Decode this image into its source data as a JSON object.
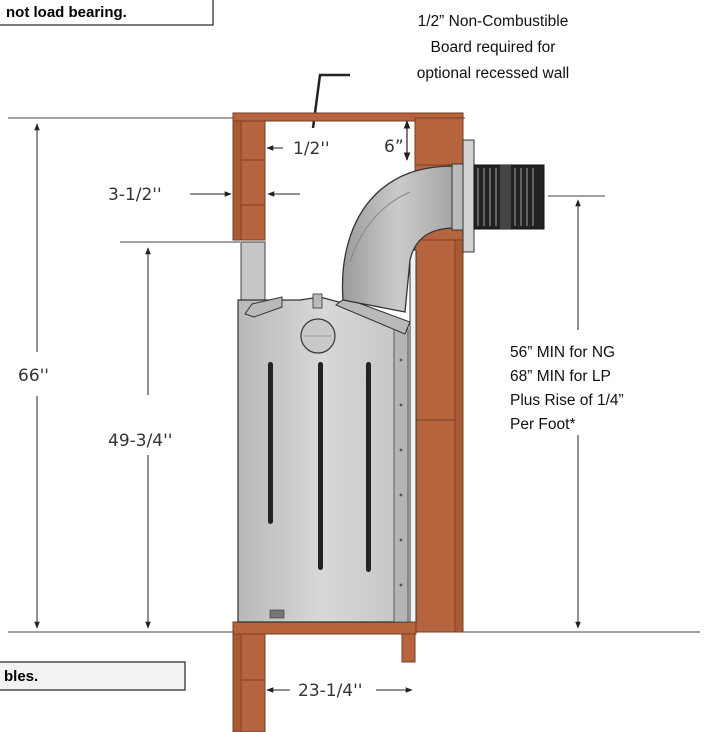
{
  "notes": {
    "top_left_banner": "not load bearing.",
    "bottom_left_banner": "bles.",
    "board_note": [
      "1/2” Non-Combustible",
      "Board required for",
      "optional recessed wall"
    ],
    "vent_height_note": [
      "56” MIN for NG",
      "68” MIN for LP",
      "Plus Rise of 1/4”",
      "Per Foot*"
    ]
  },
  "dimensions": {
    "board_thickness": "1/2''",
    "top_clearance": "6”",
    "stud_depth": "3-1/2''",
    "total_height": "66''",
    "opening_height": "49-3/4''",
    "base_width": "23-1/4''"
  },
  "colors": {
    "wood": "#b5643d",
    "wood_dark": "#7a3d22",
    "unit_body": "#cfcfcf",
    "unit_shade": "#9a9a9a",
    "line": "#222222"
  }
}
